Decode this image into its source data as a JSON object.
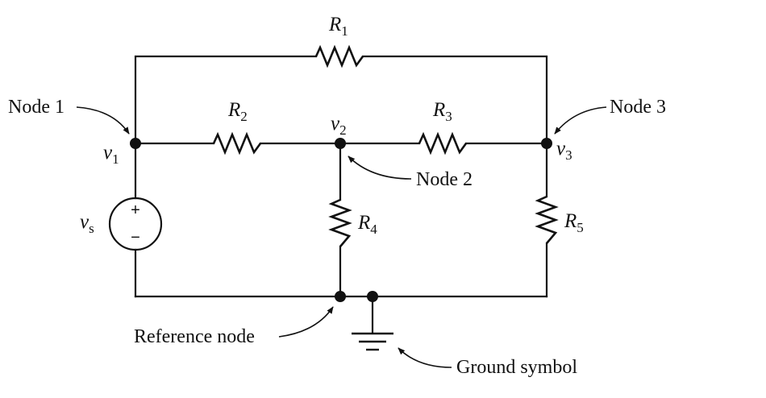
{
  "resistors": {
    "r1": {
      "letter": "R",
      "sub": "1"
    },
    "r2": {
      "letter": "R",
      "sub": "2"
    },
    "r3": {
      "letter": "R",
      "sub": "3"
    },
    "r4": {
      "letter": "R",
      "sub": "4"
    },
    "r5": {
      "letter": "R",
      "sub": "5"
    }
  },
  "voltages": {
    "v1": {
      "letter": "v",
      "sub": "1"
    },
    "v2": {
      "letter": "v",
      "sub": "2"
    },
    "v3": {
      "letter": "v",
      "sub": "3"
    },
    "vs": {
      "letter": "v",
      "sub": "s"
    }
  },
  "source": {
    "plus": "+",
    "minus": "−"
  },
  "callouts": {
    "node1": "Node 1",
    "node2": "Node 2",
    "node3": "Node 3",
    "reference": "Reference node",
    "ground": "Ground symbol"
  }
}
